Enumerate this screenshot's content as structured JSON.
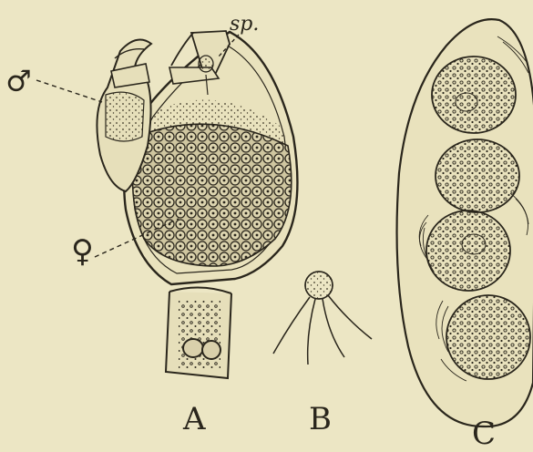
{
  "figure": {
    "label_sp": "sp.",
    "label_male": "♂",
    "label_female": "♀",
    "panel_a": "A",
    "panel_b": "B",
    "panel_c": "C"
  },
  "colors": {
    "paper": "#ece6c4",
    "ink": "#2a261c"
  }
}
